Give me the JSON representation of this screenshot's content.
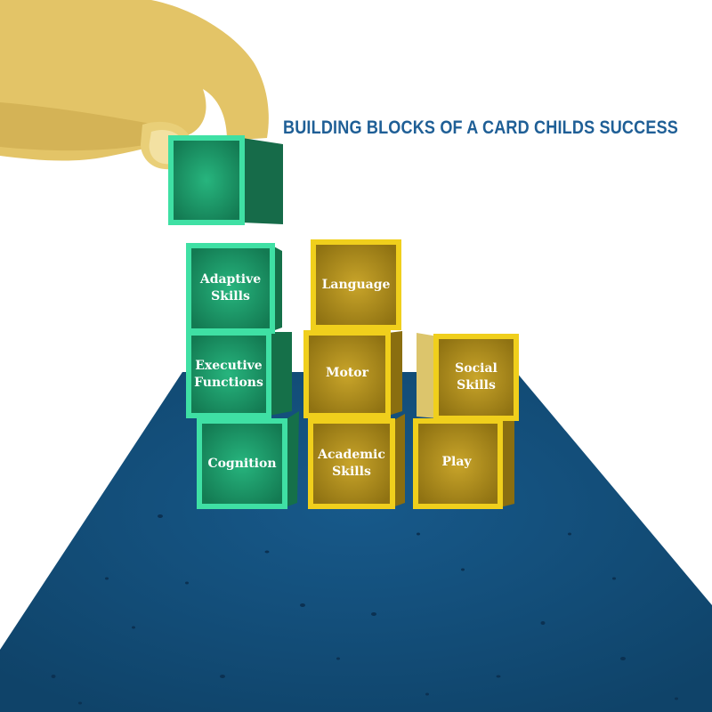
{
  "title": "BUILDING BLOCKS OF A CARD CHILDS SUCCESS",
  "colors": {
    "background": "#ffffff",
    "table": "#134f7c",
    "table_speckle": "#0c3355",
    "title": "#1f5f96",
    "green_block": "#1f9c6b",
    "green_edge": "#3fe0a4",
    "gold_block": "#b8961a",
    "gold_edge": "#f0cf1c",
    "hand": "#e6c66a"
  },
  "blocks": {
    "adaptive": {
      "line1": "Adaptive",
      "line2": "Skills"
    },
    "executive": {
      "line1": "Executive",
      "line2": "Functions"
    },
    "cognition": {
      "line1": "Cognition"
    },
    "language": {
      "line1": "Language"
    },
    "motor": {
      "line1": "Motor"
    },
    "academic": {
      "line1": "Academic",
      "line2": "Skills"
    },
    "social": {
      "line1": "Social",
      "line2": "Skills"
    },
    "play": {
      "line1": "Play"
    }
  }
}
